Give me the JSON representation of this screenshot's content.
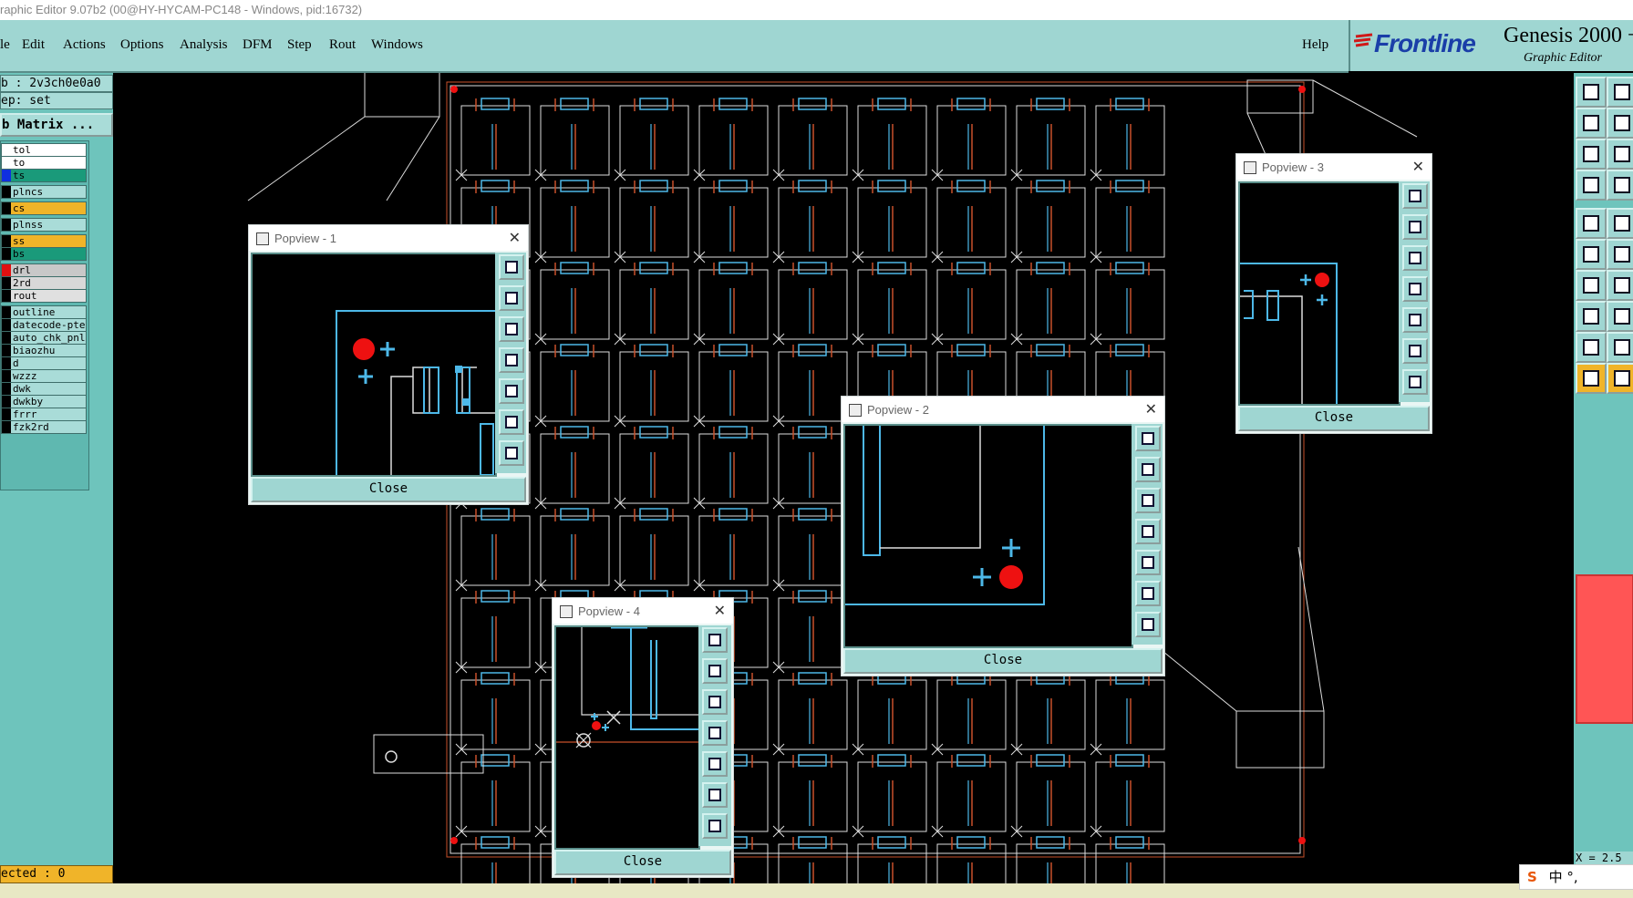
{
  "window": {
    "title": "raphic Editor 9.07b2 (00@HY-HYCAM-PC148 - Windows, pid:16732)"
  },
  "menu": [
    {
      "label": "le"
    },
    {
      "label": "Edit"
    },
    {
      "label": "Actions"
    },
    {
      "label": "Options"
    },
    {
      "label": "Analysis"
    },
    {
      "label": "DFM"
    },
    {
      "label": "Step"
    },
    {
      "label": "Rout"
    },
    {
      "label": "Windows"
    },
    {
      "label": "Help"
    }
  ],
  "brand": {
    "logo": "Frontline",
    "product": "Genesis 2000 +",
    "subtitle": "Graphic Editor"
  },
  "job": {
    "job_line": "b : 2v3ch0e0a0",
    "step_line": "ep: set",
    "matrix_button": "b Matrix ..."
  },
  "layers": [
    {
      "name": "tol",
      "color": "#ffffff"
    },
    {
      "name": "to",
      "color": "#ffffff"
    },
    {
      "name": "ts",
      "color": "#1a9a7a",
      "swatch": "#1030e0"
    },
    {
      "name": "plncs",
      "color": "#a9dcd8",
      "swatch": "#000000"
    },
    {
      "name": "cs",
      "color": "#f0b429",
      "swatch": "#000000"
    },
    {
      "name": "plnss",
      "color": "#a9dcd8",
      "swatch": "#000000"
    },
    {
      "name": "ss",
      "color": "#f0b429",
      "swatch": "#000000"
    },
    {
      "name": "bs",
      "color": "#1a9a7a",
      "swatch": "#000000"
    },
    {
      "name": "drl",
      "color": "#c8c8c8",
      "swatch": "#e01010"
    },
    {
      "name": "2rd",
      "color": "#d8d8d8",
      "swatch": "#000000"
    },
    {
      "name": "rout",
      "color": "#e0e0e0",
      "swatch": "#000000"
    },
    {
      "name": "outline",
      "color": "#a9dcd8",
      "swatch": "#000000"
    },
    {
      "name": "datecode-pte",
      "color": "#a9dcd8",
      "swatch": "#000000"
    },
    {
      "name": "auto_chk_pnl",
      "color": "#a9dcd8",
      "swatch": "#000000"
    },
    {
      "name": "biaozhu",
      "color": "#a9dcd8",
      "swatch": "#000000"
    },
    {
      "name": "d",
      "color": "#a9dcd8",
      "swatch": "#000000"
    },
    {
      "name": "wzzz",
      "color": "#a9dcd8",
      "swatch": "#000000"
    },
    {
      "name": "dwk",
      "color": "#a9dcd8",
      "swatch": "#000000"
    },
    {
      "name": "dwkby",
      "color": "#a9dcd8",
      "swatch": "#000000"
    },
    {
      "name": "frrr",
      "color": "#a9dcd8",
      "swatch": "#000000"
    },
    {
      "name": "fzk2rd",
      "color": "#a9dcd8",
      "swatch": "#000000"
    }
  ],
  "status": {
    "selected": "ected : 0",
    "coord_x": "X = 2.5"
  },
  "ime": {
    "text": "中 °,"
  },
  "popups": [
    {
      "title": "Popview - 1",
      "close_label": "Close"
    },
    {
      "title": "Popview - 2",
      "close_label": "Close"
    },
    {
      "title": "Popview - 3",
      "close_label": "Close"
    },
    {
      "title": "Popview - 4",
      "close_label": "Close"
    }
  ],
  "colors": {
    "panel": "#9fd6d2",
    "accent": "#f0b429",
    "board_line": "#4db8e8",
    "trace": "#c8502a"
  }
}
